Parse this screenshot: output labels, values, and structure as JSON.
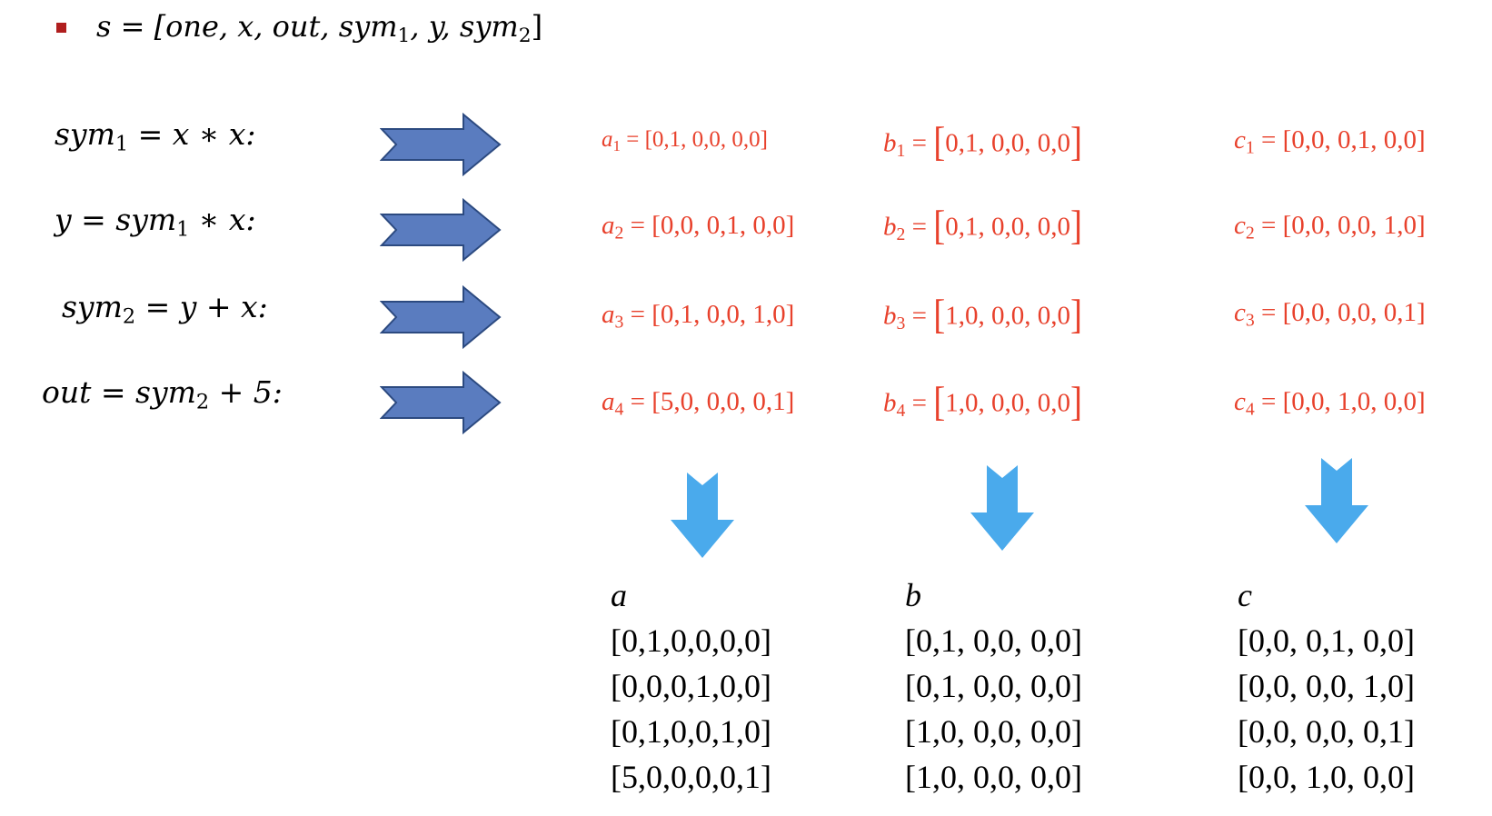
{
  "header": {
    "var": "s",
    "rhs": "[one, x, out, sym",
    "sub1": "1",
    "mid": ", y, sym",
    "sub2": "2",
    "close": "]"
  },
  "equations": [
    {
      "lhs": "sym",
      "lhs_sub": "1",
      "rhs": " = x ∗ x:"
    },
    {
      "lhs": "y",
      "lhs_sub": "",
      "rhs_a": " = sym",
      "rhs_sub": "1",
      "rhs_b": " ∗ x:"
    },
    {
      "lhs": "sym",
      "lhs_sub": "2",
      "rhs": " = y + x:"
    },
    {
      "lhs": "out",
      "lhs_sub": "",
      "rhs_a": " = sym",
      "rhs_sub": "2",
      "rhs_b": " + 5:"
    }
  ],
  "vectors": {
    "a": [
      {
        "sym": "a",
        "sub": "1",
        "value": "[0,1, 0,0, 0,0]"
      },
      {
        "sym": "a",
        "sub": "2",
        "value": "[0,0, 0,1, 0,0]"
      },
      {
        "sym": "a",
        "sub": "3",
        "value": "[0,1, 0,0, 1,0]"
      },
      {
        "sym": "a",
        "sub": "4",
        "value": "[5,0, 0,0, 0,1]"
      }
    ],
    "b": [
      {
        "sym": "b",
        "sub": "1",
        "value": "0,1, 0,0, 0,0"
      },
      {
        "sym": "b",
        "sub": "2",
        "value": "0,1, 0,0, 0,0"
      },
      {
        "sym": "b",
        "sub": "3",
        "value": "1,0, 0,0, 0,0"
      },
      {
        "sym": "b",
        "sub": "4",
        "value": "1,0, 0,0, 0,0"
      }
    ],
    "c": [
      {
        "sym": "c",
        "sub": "1",
        "value": "[0,0, 0,1, 0,0]"
      },
      {
        "sym": "c",
        "sub": "2",
        "value": "[0,0, 0,0, 1,0]"
      },
      {
        "sym": "c",
        "sub": "3",
        "value": "[0,0, 0,0, 0,1]"
      },
      {
        "sym": "c",
        "sub": "4",
        "value": "[0,0, 1,0, 0,0]"
      }
    ]
  },
  "results": {
    "a": {
      "label": "a",
      "rows": [
        "[0,1,0,0,0,0]",
        "[0,0,0,1,0,0]",
        "[0,1,0,0,1,0]",
        "[5,0,0,0,0,1]"
      ]
    },
    "b": {
      "label": "b",
      "rows": [
        "[0,1, 0,0, 0,0]",
        "[0,1, 0,0, 0,0]",
        "[1,0, 0,0, 0,0]",
        "[1,0, 0,0, 0,0]"
      ]
    },
    "c": {
      "label": "c",
      "rows": [
        "[0,0, 0,1, 0,0]",
        "[0,0, 0,0, 1,0]",
        "[0,0, 0,0, 0,1]",
        "[0,0, 1,0, 0,0]"
      ]
    }
  },
  "colors": {
    "bullet": "#b01e1e",
    "vector_text": "#e8412c",
    "right_arrow_fill": "#5a7cbf",
    "right_arrow_stroke": "#2c4a80",
    "down_arrow_fill": "#4aaaec"
  }
}
